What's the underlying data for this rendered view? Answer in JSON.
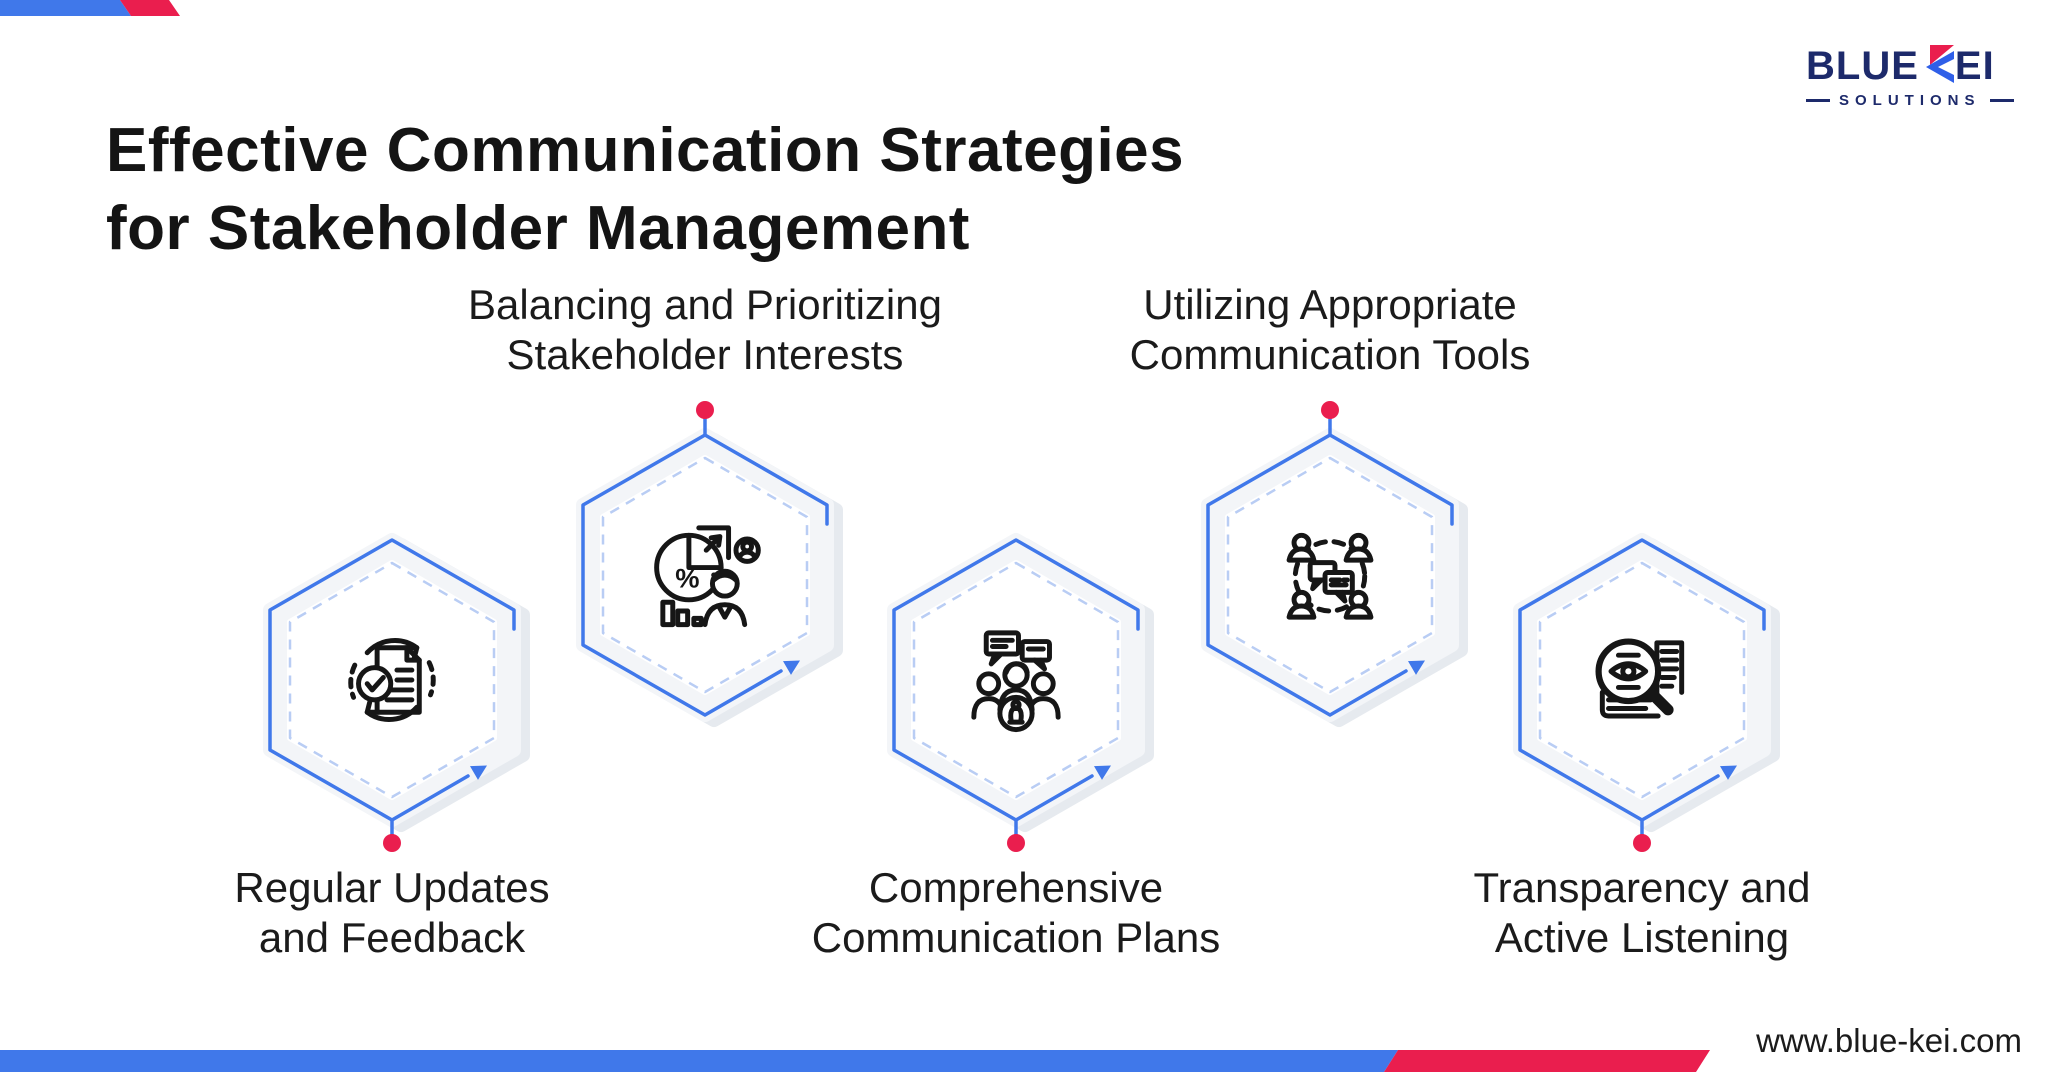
{
  "title": {
    "line1": "Effective Communication Strategies",
    "line2": "for Stakeholder Management"
  },
  "logo": {
    "name_part1": "BLUE",
    "name_part2": "EI",
    "subtitle": "SOLUTIONS"
  },
  "footer": {
    "website": "www.blue-kei.com"
  },
  "colors": {
    "accent_blue": "#4078ea",
    "accent_red": "#ea1e4e",
    "brand_navy": "#1d2a6b",
    "hexagon_fill": "#f3f5f8",
    "hexagon_shadow": "#e6eaef",
    "dashed_outline_blue": "#b9cdf4",
    "text_dark": "#1b1b1b"
  },
  "nodes": [
    {
      "label_line1": "Regular Updates",
      "label_line2": "and Feedback",
      "icon": "document-check-refresh-icon",
      "label_position": "below"
    },
    {
      "label_line1": "Balancing and Prioritizing",
      "label_line2": "Stakeholder Interests",
      "icon": "pie-chart-analyst-icon",
      "label_position": "above"
    },
    {
      "label_line1": "Comprehensive",
      "label_line2": "Communication Plans",
      "icon": "team-discussion-icon",
      "label_position": "below"
    },
    {
      "label_line1": "Utilizing Appropriate",
      "label_line2": "Communication Tools",
      "icon": "communication-network-icon",
      "label_position": "above"
    },
    {
      "label_line1": "Transparency and",
      "label_line2": "Active Listening",
      "icon": "magnifier-eye-icon",
      "label_position": "below"
    }
  ]
}
